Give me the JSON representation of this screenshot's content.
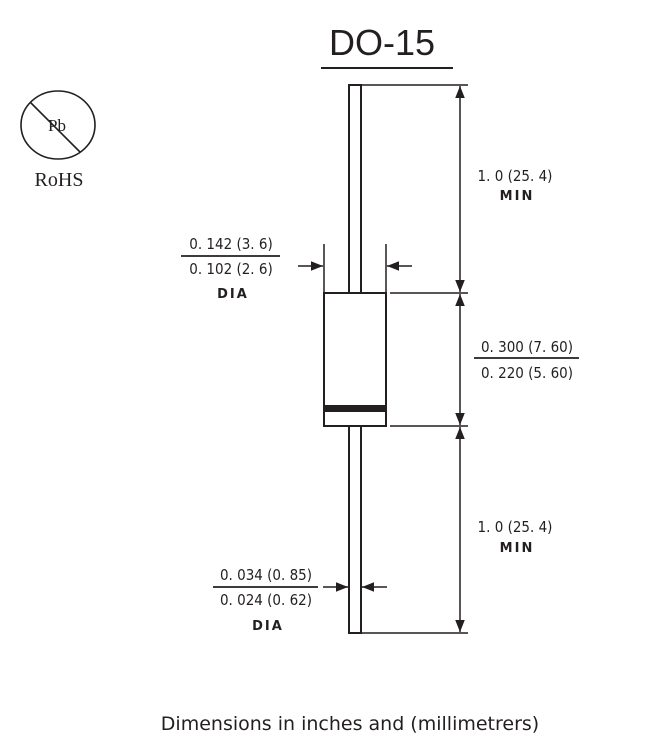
{
  "title": "DO-15",
  "rohs": {
    "symbol_text": "Pb",
    "label": "RoHS"
  },
  "dimensions": {
    "lead_length_top": {
      "value": "1. 0 (25. 4)",
      "qualifier": "MIN"
    },
    "body_diameter": {
      "max": "0. 142 (3. 6)",
      "min": "0. 102 (2. 6)",
      "qualifier": "DIA"
    },
    "body_length": {
      "max": "0. 300 (7. 60)",
      "min": "0. 220 (5. 60)"
    },
    "lead_length_bottom": {
      "value": "1. 0 (25. 4)",
      "qualifier": "MIN"
    },
    "lead_diameter": {
      "max": "0. 034 (0. 85)",
      "min": "0. 024 (0. 62)",
      "qualifier": "DIA"
    }
  },
  "caption": "Dimensions in inches and (millimetrers)",
  "colors": {
    "line": "#231f20",
    "background": "#ffffff"
  }
}
